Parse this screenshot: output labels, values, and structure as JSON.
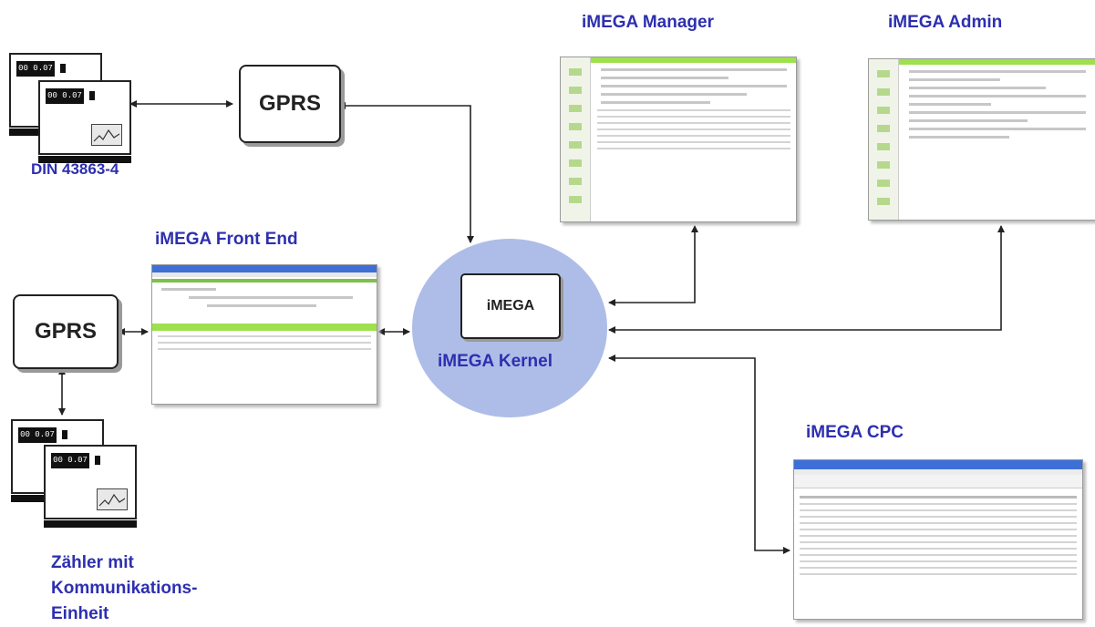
{
  "labels": {
    "din": "DIN 43863-4",
    "front_end": "iMEGA Front End",
    "manager": "iMEGA Manager",
    "admin": "iMEGA Admin",
    "cpc": "iMEGA CPC",
    "kernel": "iMEGA Kernel",
    "zaehler": [
      "Zähler mit",
      "Kommunikations-",
      "Einheit"
    ]
  },
  "nodes": {
    "gprs_top": "GPRS",
    "gprs_left": "GPRS",
    "kernel_box": "iMEGA"
  },
  "meter_display": "00 0.07",
  "colors": {
    "label_blue": "#2d2fb0",
    "kernel_fill": "#aebde8",
    "screen_green": "#9fe04e"
  }
}
